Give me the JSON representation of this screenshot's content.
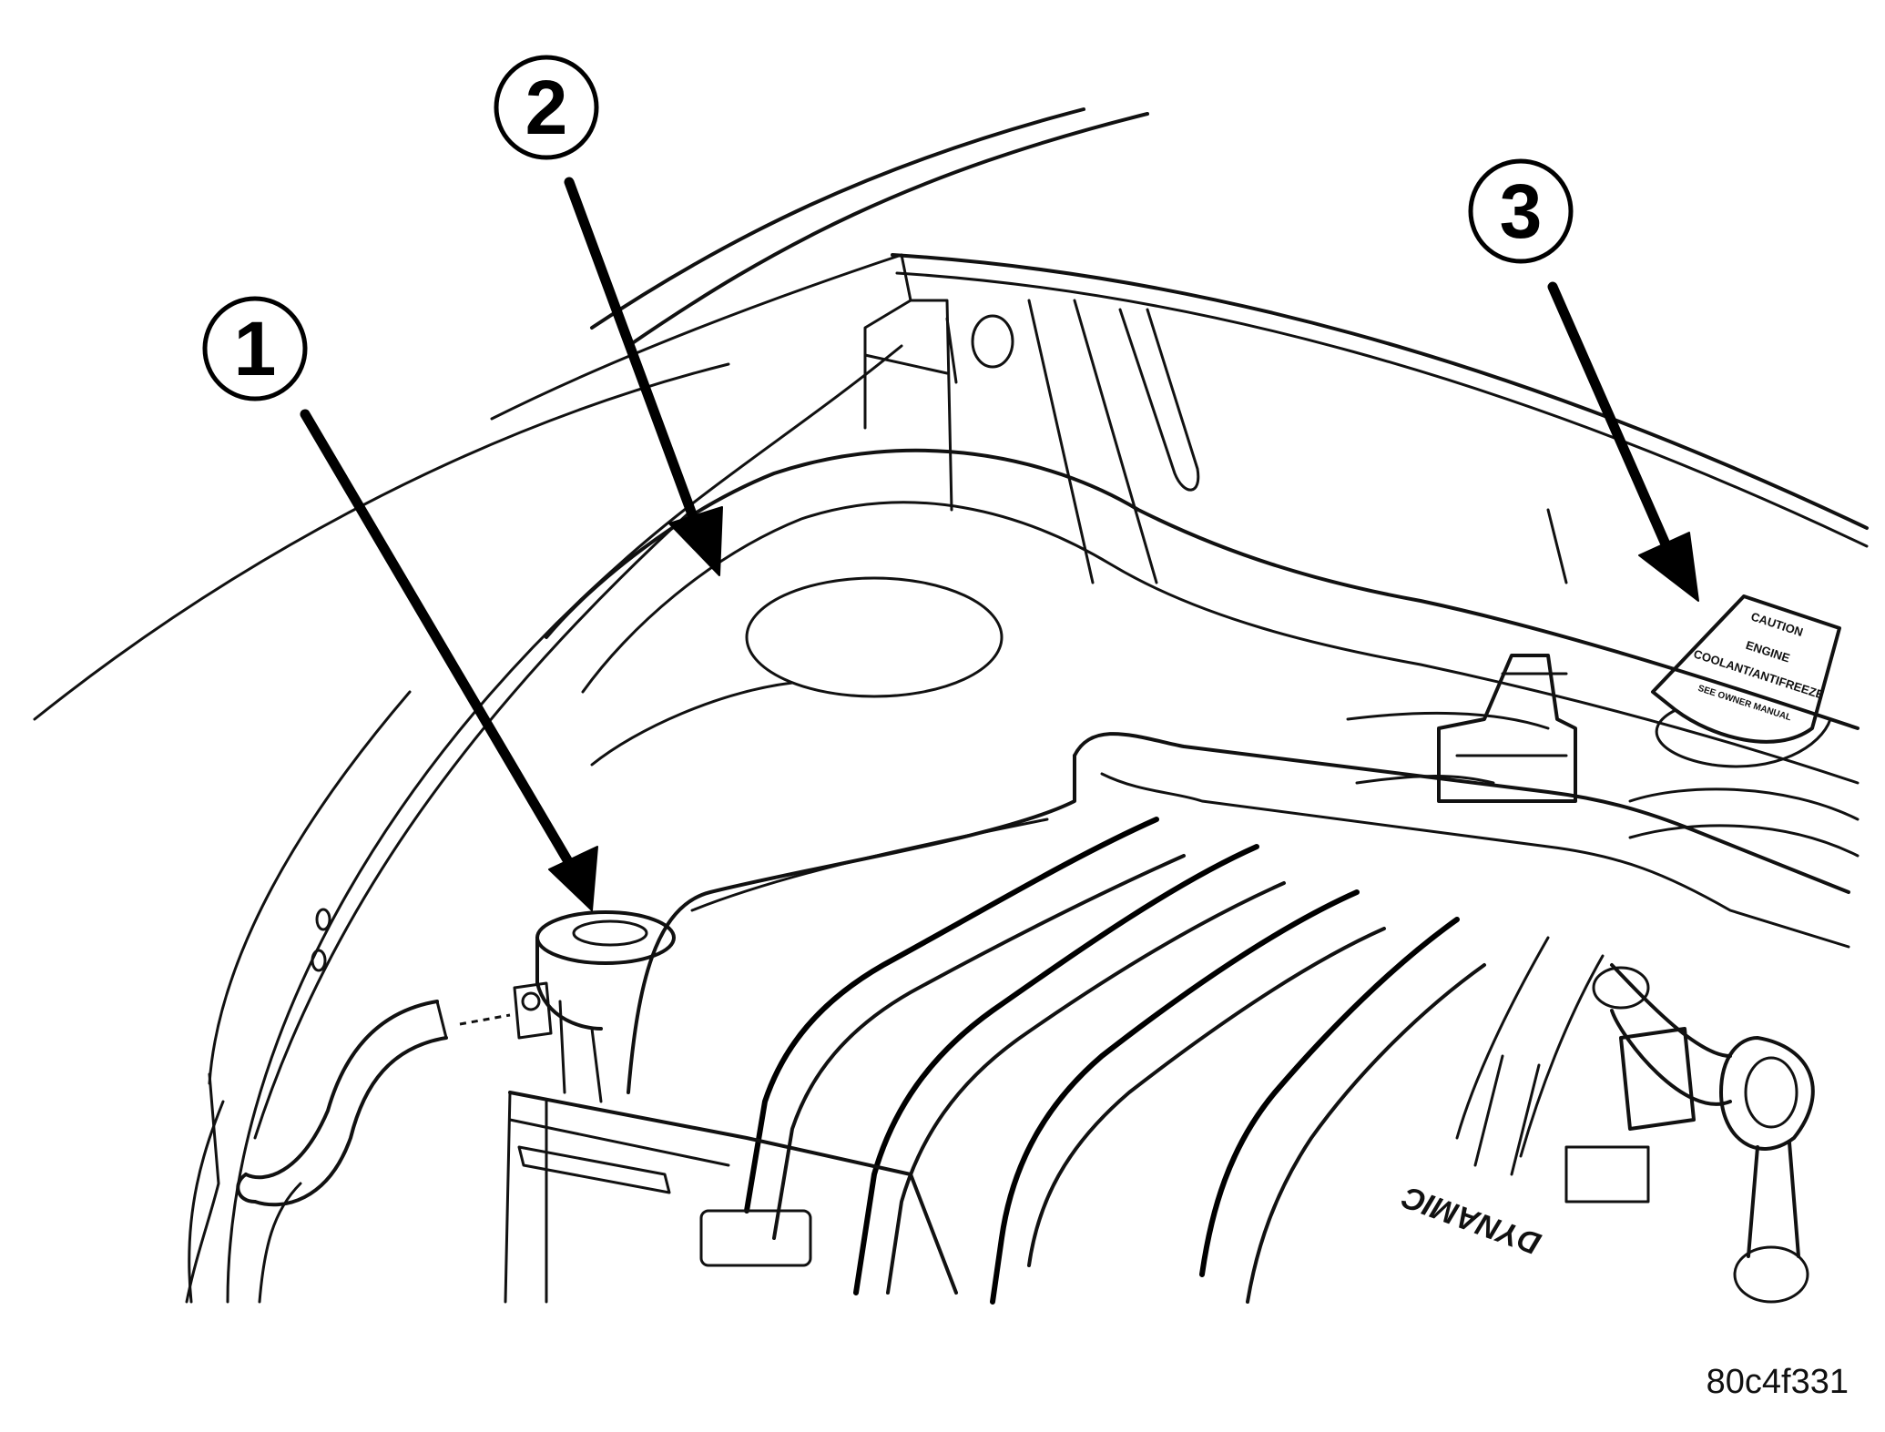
{
  "figure": {
    "id_code": "80c4f331"
  },
  "callouts": [
    {
      "number": "1"
    },
    {
      "number": "2"
    },
    {
      "number": "3"
    }
  ],
  "warning_cap": {
    "lines": [
      "CAUTION",
      "ENGINE",
      "COOLANT/ANTIFREEZE",
      "SEE OWNER MANUAL"
    ]
  },
  "engine_cover_lettering": "DYNAMIC",
  "colors": {
    "ink": "#111111",
    "background": "#ffffff"
  }
}
